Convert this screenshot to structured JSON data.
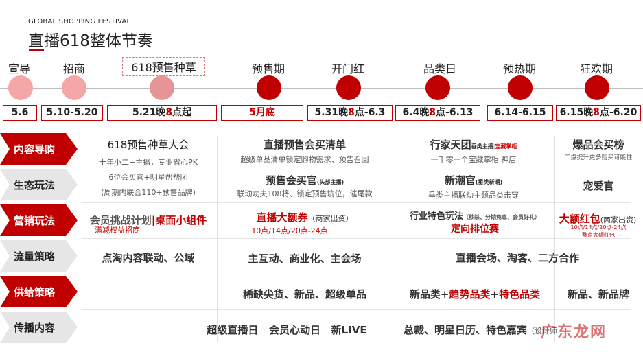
{
  "header": {
    "subtitle": "GLOBAL SHOPPING FESTIVAL",
    "title": "直播618整体节奏"
  },
  "phases": [
    {
      "label": "宣导",
      "date": "5.6",
      "dot": "light"
    },
    {
      "label": "招商",
      "date": "5.10-5.20",
      "dot": "light"
    },
    {
      "label": "618预售种草",
      "date_a": "5.21晚",
      "date_b": "8",
      "date_c": "点起",
      "dot": "mid"
    },
    {
      "label": "预售期",
      "date": "5月底",
      "dot": "dark"
    },
    {
      "label": "开门红",
      "date_a": "5.31晚",
      "date_b": "8",
      "date_c": "点-6.3",
      "dot": "dark"
    },
    {
      "label": "品类日",
      "date_a": "6.4晚",
      "date_b": "8",
      "date_c": "点-6.13",
      "dot": "dark"
    },
    {
      "label": "预热期",
      "date": "6.14-6.15",
      "dot": "dark"
    },
    {
      "label": "狂欢期",
      "date_a": "6.15晚",
      "date_b": "8",
      "date_c": "点-6.20",
      "dot": "dark"
    }
  ],
  "categories": [
    {
      "label": "内容导购",
      "style": "red"
    },
    {
      "label": "生态玩法",
      "style": "gray"
    },
    {
      "label": "营销玩法",
      "style": "red"
    },
    {
      "label": "流量策略",
      "style": "gray"
    },
    {
      "label": "供给策略",
      "style": "red"
    },
    {
      "label": "传播内容",
      "style": "gray"
    }
  ],
  "content": {
    "r1": {
      "c1_title": "618预售种草大会",
      "c1_sub": "十年小二+主播，专业省心PK",
      "c2_title": "直播预售会买清单",
      "c2_sub": "超级单品清单锁定购物需求、预告召回",
      "c3_title": "行家天团",
      "c3_tag_a": "垂类主播",
      "c3_tag_b": "宝藏掌柜",
      "c3_sub": "一千零一个宝藏掌柜|神店",
      "c4_title": "爆品会买榜",
      "c4_sub": "二爆提升更多购买可能性"
    },
    "r2": {
      "c1_line1": "6位会买官+明星帮帮团",
      "c1_line2": "(周期内联合110+预售品牌)",
      "c2_title": "预售会买官",
      "c2_tag": "(头部主播)",
      "c2_sub": "联动功夫108将、锁定预售坑位，催尾款",
      "c3_title": "新潮官",
      "c3_tag": "(垂类新潮)",
      "c3_sub": "垂类主播联动主题品类击穿",
      "c4_title": "宠爱官"
    },
    "r3": {
      "c1_title_a": "会员挑战计划",
      "c1_title_b": "|桌面小组件",
      "c1_sub": "满减权益招商",
      "c2_title": "直播大额券",
      "c2_note": "（商家出资）",
      "c2_sub": "10点/14点/20点-24点",
      "c3_title": "行业特色玩法",
      "c3_note": "（秒杀、分期免息、会员好礼）",
      "c3_sub": "定向排位赛",
      "c4_title": "大额红包",
      "c4_note": "(商家出资)",
      "c4_sub1": "10点/14点/20点-24点",
      "c4_sub2": "整点大额红包"
    },
    "r4": {
      "c1": "点淘内容联动、公域",
      "c2": "主互动、商业化、主会场",
      "c3": "直播会场、淘客、二方合作"
    },
    "r5": {
      "c2": "稀缺尖货、新品、超级单品",
      "c3_a": "新品类+",
      "c3_b": "趋势品类",
      "c3_c": "+",
      "c3_d": "特色品类",
      "c4": "新品、新品牌"
    },
    "r6": {
      "c2": "超级直播日   会员心动日   新LIVE",
      "c3": "总裁、明星日历、特色嘉宾",
      "c3_note": "（设计师"
    }
  },
  "watermark": "广东龙网"
}
